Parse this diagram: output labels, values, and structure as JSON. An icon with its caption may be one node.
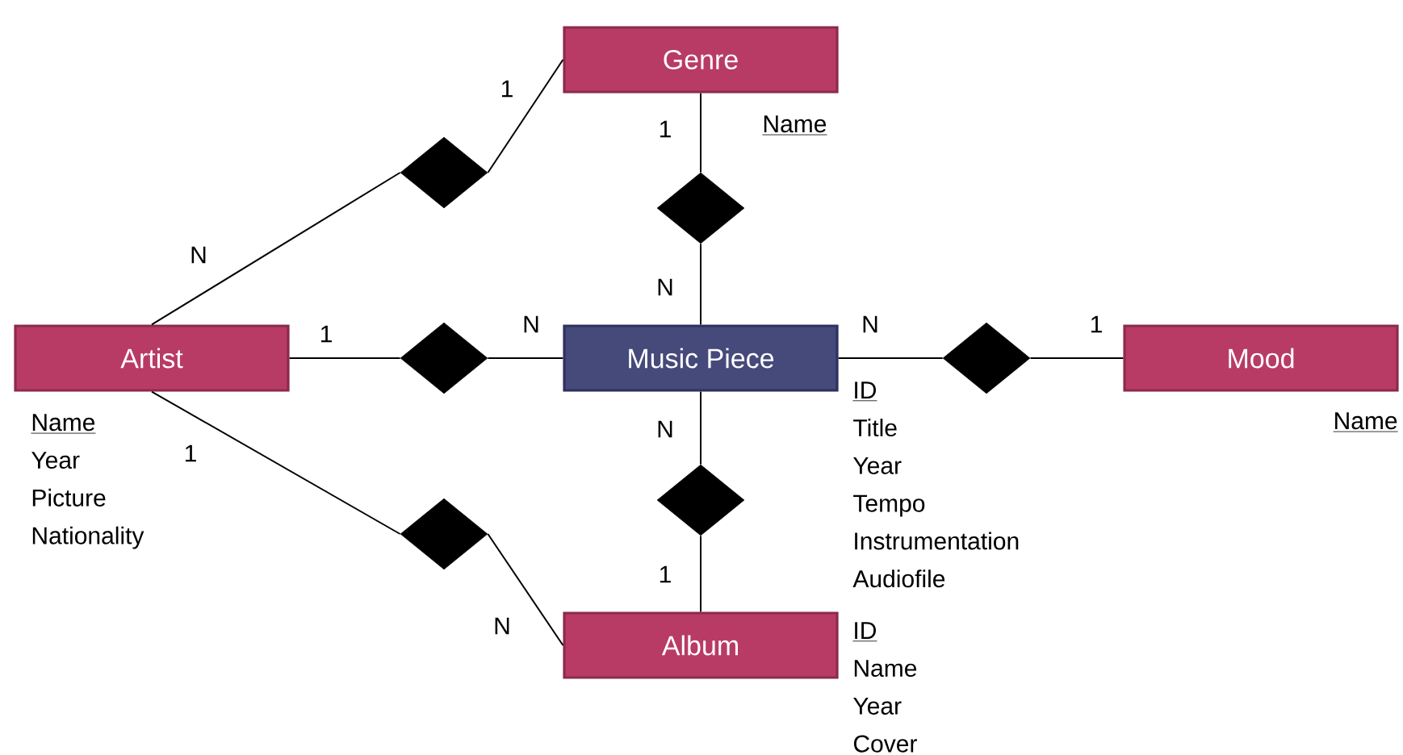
{
  "diagram": {
    "nodes": [
      {
        "text": [
          "Genre"
        ],
        "beside": [
          "Name"
        ]
      },
      {
        "text": [
          "Artist"
        ],
        "beside": [
          "Name",
          "Year",
          "Picture",
          "Nationality"
        ]
      },
      {
        "text": [
          "Music Piece"
        ],
        "beside": [
          "ID",
          "Title",
          "Year",
          "Tempo",
          "Instrumentation",
          "Audiofile"
        ]
      },
      {
        "text": [
          "Mood"
        ],
        "beside": [
          "Name"
        ]
      },
      {
        "text": [
          "Album"
        ],
        "beside": [
          "ID",
          "Name",
          "Year",
          "Cover"
        ]
      },
      {
        "text": [],
        "shape": "diamond"
      },
      {
        "text": [],
        "shape": "diamond"
      },
      {
        "text": [],
        "shape": "diamond"
      },
      {
        "text": [],
        "shape": "diamond"
      },
      {
        "text": [],
        "shape": "diamond"
      },
      {
        "text": [],
        "shape": "diamond"
      }
    ],
    "edges": [
      {
        "from": 0,
        "to": 5,
        "arrow": "none",
        "label": "1"
      },
      {
        "from": 5,
        "to": 1,
        "arrow": "none",
        "label": "N"
      },
      {
        "from": 0,
        "to": 6,
        "arrow": "none",
        "label": "1"
      },
      {
        "from": 6,
        "to": 2,
        "arrow": "none",
        "label": "N"
      },
      {
        "from": 1,
        "to": 7,
        "arrow": "none",
        "label": "1"
      },
      {
        "from": 7,
        "to": 2,
        "arrow": "none",
        "label": "N"
      },
      {
        "from": 2,
        "to": 8,
        "arrow": "none",
        "label": "N"
      },
      {
        "from": 8,
        "to": 3,
        "arrow": "none",
        "label": "1"
      },
      {
        "from": 2,
        "to": 9,
        "arrow": "none",
        "label": "N"
      },
      {
        "from": 9,
        "to": 4,
        "arrow": "none",
        "label": "1"
      },
      {
        "from": 1,
        "to": 10,
        "arrow": "none",
        "label": "1"
      },
      {
        "from": 10,
        "to": 4,
        "arrow": "none",
        "label": "N"
      }
    ]
  }
}
